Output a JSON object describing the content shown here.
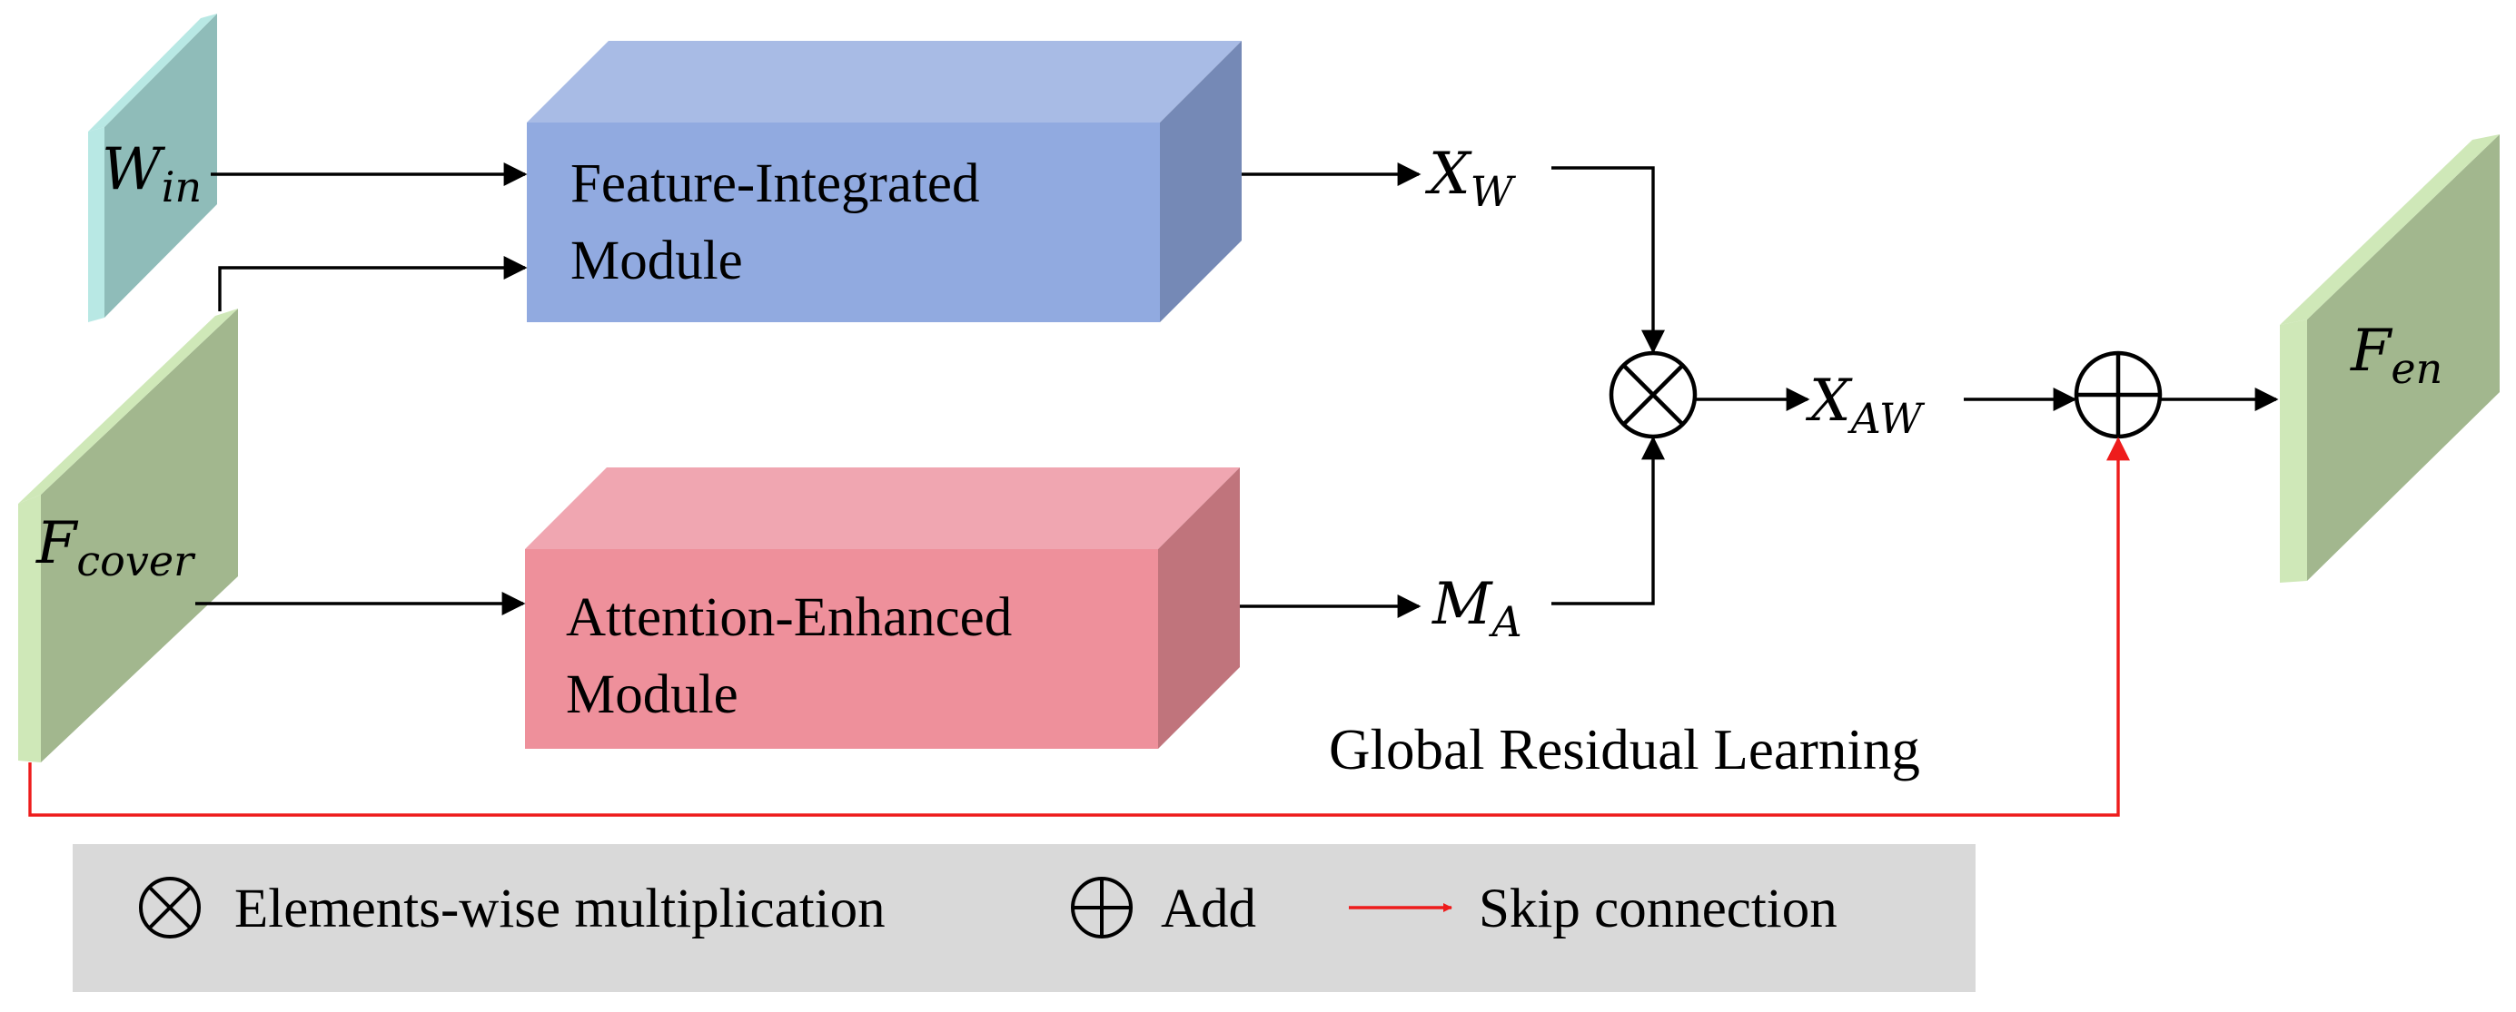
{
  "modules": {
    "feature": {
      "line1": "Feature-Integrated",
      "line2": "Module"
    },
    "attention": {
      "line1": "Attention-Enhanced",
      "line2": "Module"
    }
  },
  "symbols": {
    "w_in": {
      "base": "W",
      "sub": "in"
    },
    "f_cover": {
      "base": "F",
      "sub": "cover"
    },
    "f_en": {
      "base": "F",
      "sub": "en"
    },
    "x_w": {
      "base": "X",
      "sub": "W"
    },
    "m_a": {
      "base": "M",
      "sub": "A"
    },
    "x_aw": {
      "base": "X",
      "sub": "AW"
    }
  },
  "residual_label": "Global Residual Learning",
  "legend": {
    "multiply": "Elements-wise multiplication",
    "add": "Add",
    "skip": "Skip connection"
  },
  "colors": {
    "feature_front": "#91aae0",
    "feature_top": "#a8bbe5",
    "feature_side": "#7589b6",
    "attention_front": "#ee909b",
    "attention_top": "#f0a6b1",
    "attention_side": "#c0747c",
    "win_front": "#8fbcb9",
    "win_side": "#b8e8e4",
    "feat_front": "#a2b78e",
    "feat_side": "#cfe8b8",
    "skip": "#ee1c1c",
    "legend_bg": "#d9d9d9"
  }
}
